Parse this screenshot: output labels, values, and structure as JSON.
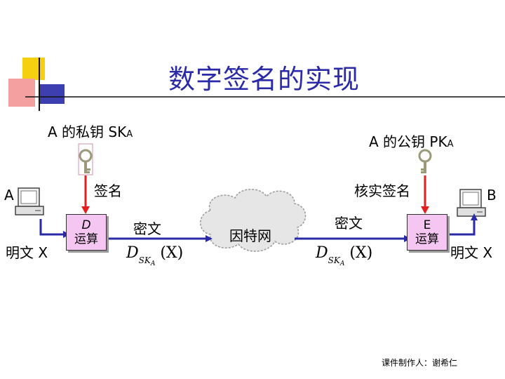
{
  "title": "数字签名的实现",
  "private_key_label": "A 的私钥 SK",
  "private_key_sub": "A",
  "public_key_label": "A 的公钥 PK",
  "public_key_sub": "A",
  "sender_label": "A",
  "receiver_label": "B",
  "sign_label": "签名",
  "verify_label": "核实签名",
  "plaintext_left": "明文 X",
  "plaintext_right": "明文 X",
  "box_d": {
    "letter": "D",
    "op": "运算"
  },
  "box_e": {
    "letter": "E",
    "op": "运算"
  },
  "ciphertext_left": "密文",
  "ciphertext_right": "密文",
  "internet_label": "因特网",
  "formula": {
    "main": "D",
    "sub": "SK",
    "subsub": "A",
    "arg": "(X)"
  },
  "footer": "课件制作人：谢希仁",
  "colors": {
    "title": "#2a2aa8",
    "arrow_blue": "#2a2aa8",
    "arrow_red": "#e02020",
    "box_fill": "#f6c6f2",
    "key": "#c8c8a8"
  }
}
